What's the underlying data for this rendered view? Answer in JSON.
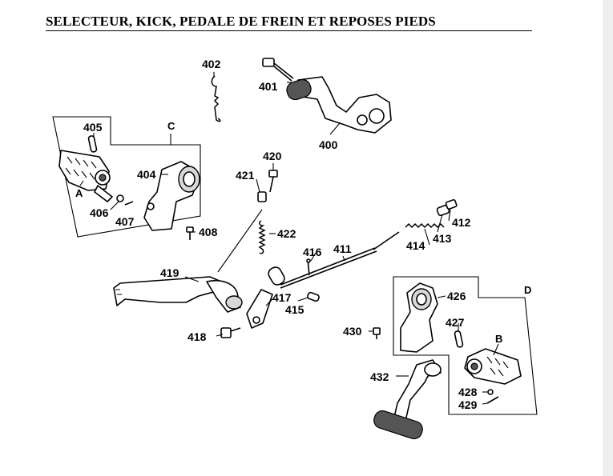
{
  "title": "SELECTEUR, KICK, PEDALE DE FREIN ET REPOSES PIEDS",
  "groups": {
    "c": "C",
    "d": "D"
  },
  "sublabels": {
    "a": "A",
    "b": "B"
  },
  "parts": {
    "p400": "400",
    "p401": "401",
    "p402": "402",
    "p404": "404",
    "p405": "405",
    "p406": "406",
    "p407": "407",
    "p408": "408",
    "p411": "411",
    "p412": "412",
    "p413": "413",
    "p414": "414",
    "p415": "415",
    "p416": "416",
    "p417": "417",
    "p418": "418",
    "p419": "419",
    "p420": "420",
    "p421": "421",
    "p422": "422",
    "p426": "426",
    "p427": "427",
    "p428": "428",
    "p429": "429",
    "p430": "430",
    "p432": "432"
  }
}
